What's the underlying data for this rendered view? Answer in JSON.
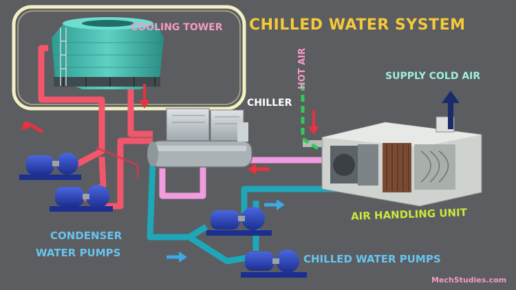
{
  "diagram": {
    "title": "CHILLED WATER SYSTEM",
    "labels": {
      "cooling_tower": "COOLING TOWER",
      "chiller": "CHILLER",
      "hot_air": "HOT AIR",
      "supply_cold_air": "SUPPLY COLD AIR",
      "air_handling_unit": "AIR HANDLING UNIT",
      "condenser_pumps_line1": "CONDENSER",
      "condenser_pumps_line2": "WATER PUMPS",
      "chilled_water_pumps": "CHILLED WATER PUMPS"
    },
    "watermark": "MechStudies.com"
  },
  "colors": {
    "background": "#5b5d60",
    "title": "#f5c93b",
    "condenser_pipe": "#f2566a",
    "chilled_return_pipe": "#f29ce0",
    "chilled_supply_pipe": "#1fa6b8",
    "flow_arrow_blue": "#3aa9e6",
    "flow_arrow_red": "#e9313f",
    "hot_air_arrow": "#34c95a",
    "supply_air_arrow": "#1a2b6b",
    "pump_body": "#2741b7",
    "tower_highlight": "#f4f0c6"
  },
  "icons": [
    "cooling-tower-icon",
    "chiller-unit-icon",
    "air-handling-unit-icon",
    "centrifugal-pump-icon"
  ]
}
